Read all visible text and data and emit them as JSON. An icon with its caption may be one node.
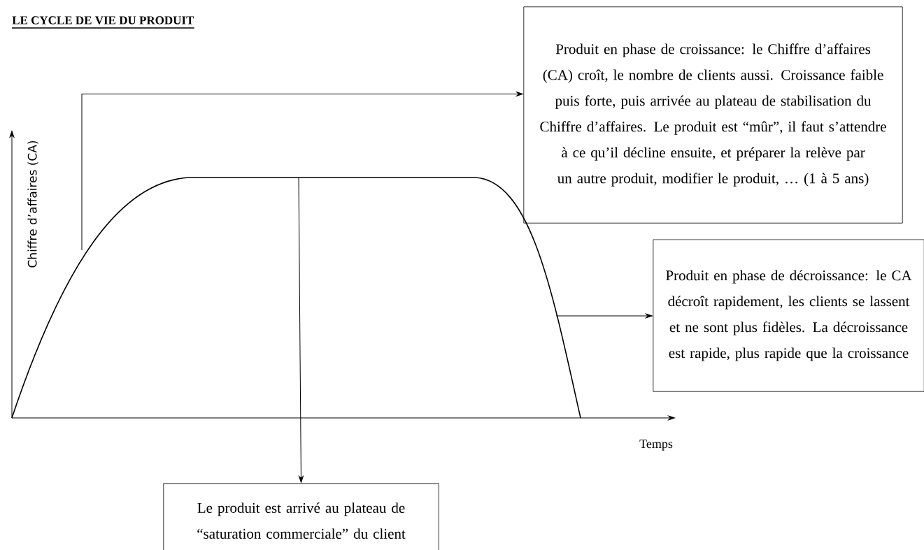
{
  "diagram": {
    "title": "LE CYCLE DE VIE DU PRODUIT",
    "nodes": [
      {
        "text": [
          "Produit en phase de croissance: le Chiffre d’affaires (CA) croît, le nombre de clients aussi. Croissance faible puis forte, puis arrivée au plateau de stabilisation du Chiffre d’affaires. Le produit est “mûr”, il faut s’attendre à ce qu’il décline ensuite, et préparer la relève par un autre produit, modifier le produit, … (1 à 5 ans)"
        ]
      },
      {
        "text": [
          "Produit en phase de décroissance: le CA décroît rapidement, les clients se lassent et ne sont plus fidèles. La décroissance est rapide, plus rapide que la croissance"
        ]
      },
      {
        "text": [
          "Le produit est arrivé au plateau de “saturation commerciale” du client"
        ]
      }
    ],
    "edges": [
      {
        "from": null,
        "to": 0,
        "arrow": "to"
      },
      {
        "from": null,
        "to": 1,
        "arrow": "to"
      },
      {
        "from": null,
        "to": 2,
        "arrow": "to"
      }
    ],
    "labels": [
      "Chiffre d’affaires (CA)",
      "Temps"
    ]
  }
}
